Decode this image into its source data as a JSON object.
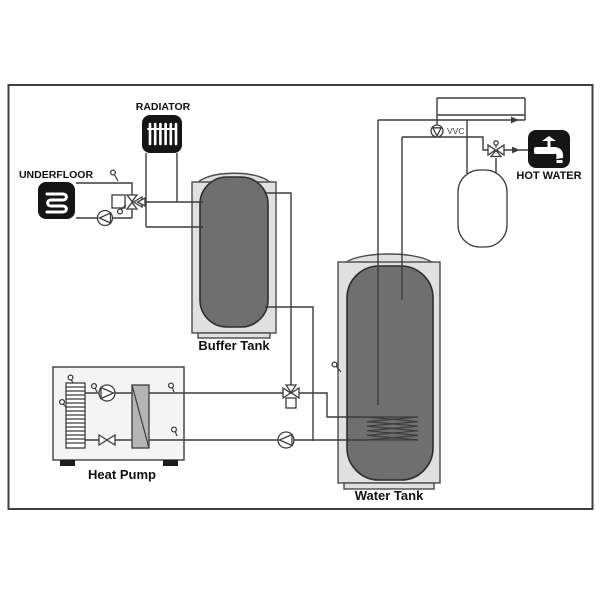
{
  "diagram": {
    "kind": "heat-pump-hydronic-system-schematic"
  },
  "labels": {
    "radiator": "RADIATOR",
    "underfloor": "UNDERFLOOR",
    "hot_water": "HOT WATER",
    "vvc": "VVC",
    "buffer_tank": "Buffer Tank",
    "water_tank": "Water Tank",
    "heat_pump": "Heat Pump"
  },
  "colors": {
    "line": "#3c3c3c",
    "frame": "#3f3f3f",
    "tank_inner": "#6f6f6f",
    "tank_inner_stroke": "#2e2e2e",
    "shell": "#e0e0e0",
    "shell_stroke": "#4a4a4a",
    "icon_bg": "#151515",
    "icon_glyph": "#ffffff",
    "hp_box": "#f4f4f4",
    "hx_fill": "#b5b5b5",
    "label_text": "#111111",
    "vvc_text": "#444444"
  }
}
